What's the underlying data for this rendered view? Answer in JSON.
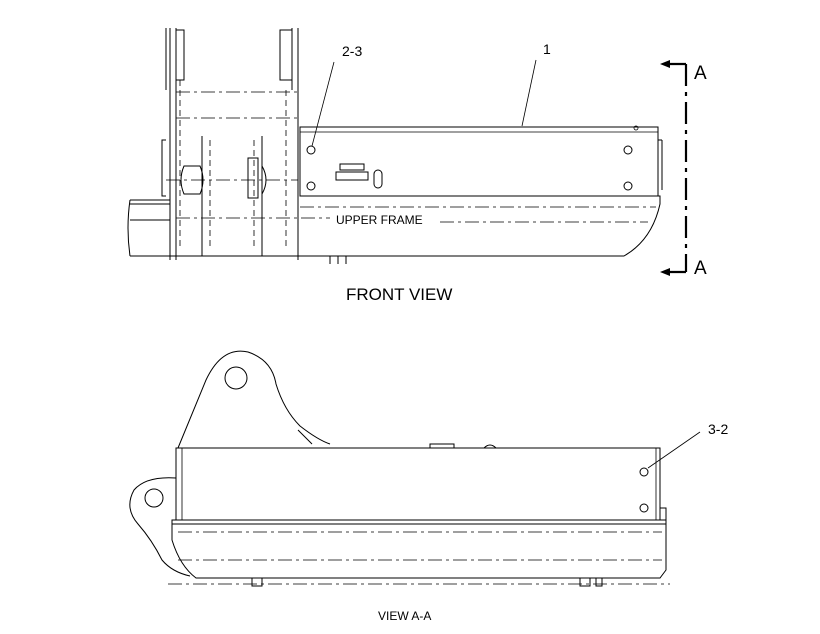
{
  "labels": {
    "front_view": "FRONT VIEW",
    "view_aa": "VIEW A-A",
    "upper_frame": "UPPER FRAME",
    "section_a_top": "A",
    "section_a_bottom": "A",
    "callout_1": "1",
    "callout_2_3": "2-3",
    "callout_3_2": "3-2"
  }
}
